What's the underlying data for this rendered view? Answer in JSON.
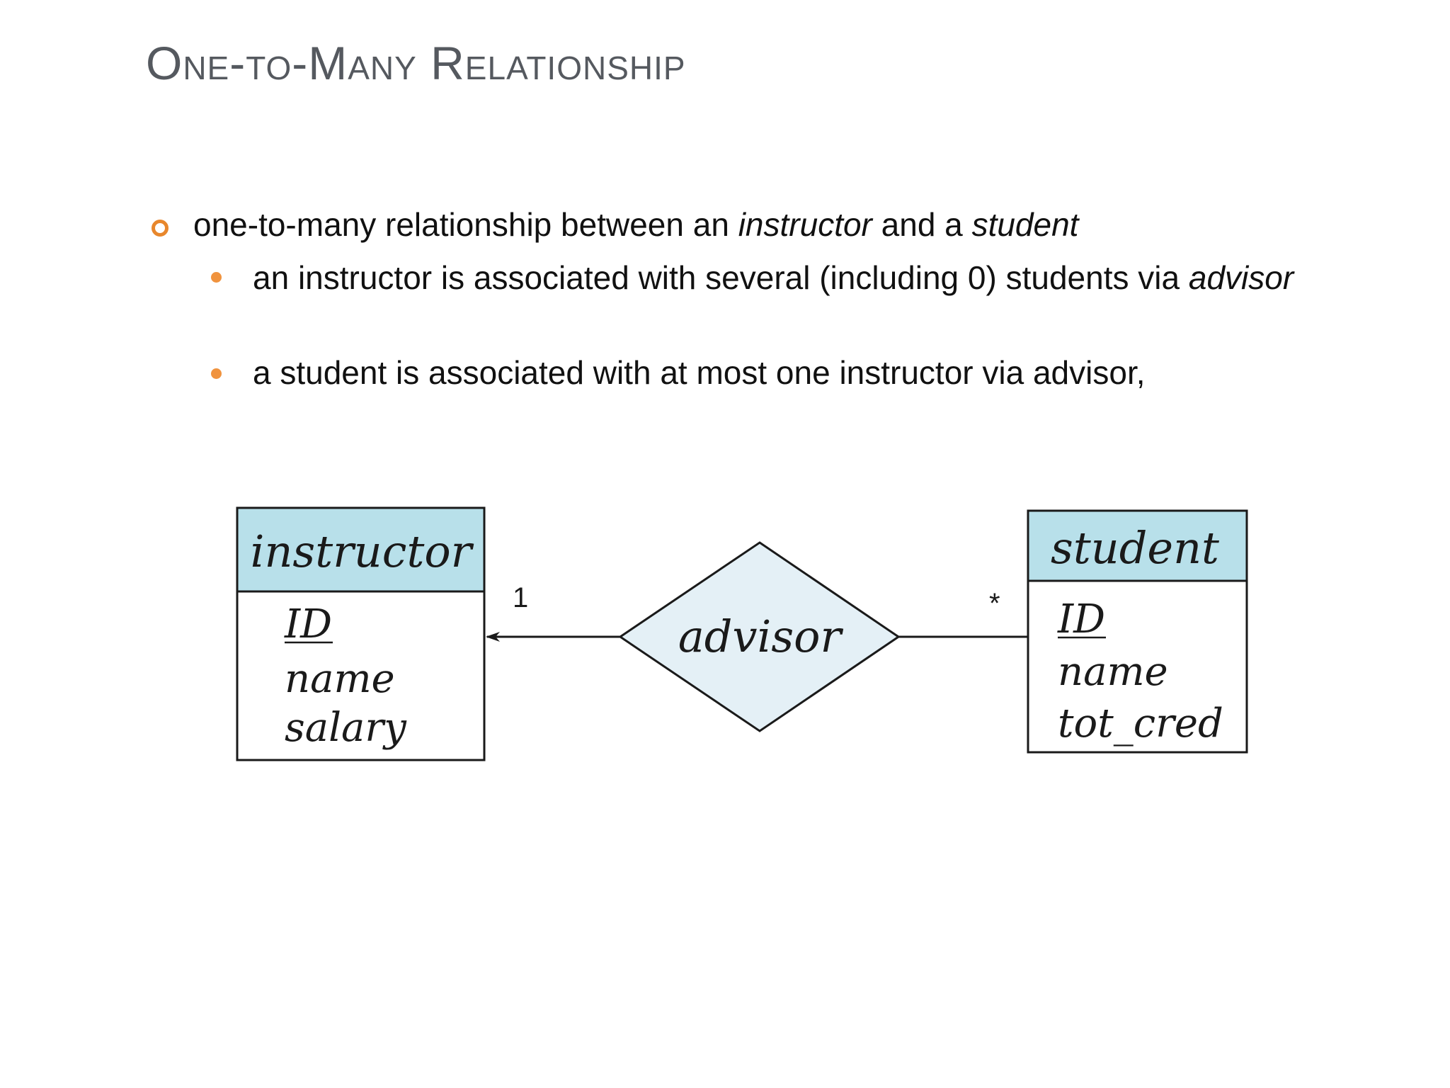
{
  "slide": {
    "title": "One-to-Many Relationship"
  },
  "bullets": {
    "level1": {
      "text_before": "one-to-many relationship between an ",
      "italic_1": "instructor",
      "text_middle": " and a ",
      "italic_2": "student"
    },
    "level2": [
      {
        "text": " an instructor is associated with several (including 0) students  via ",
        "italic": "advisor"
      },
      {
        "text": "a student is associated with at most one instructor via advisor,"
      }
    ]
  },
  "diagram": {
    "entities": [
      {
        "name": "instructor",
        "attributes": [
          {
            "label": "ID",
            "primary_key": true
          },
          {
            "label": "name"
          },
          {
            "label": "salary"
          }
        ]
      },
      {
        "name": "student",
        "attributes": [
          {
            "label": "ID",
            "primary_key": true
          },
          {
            "label": "name"
          },
          {
            "label": "tot_cred"
          }
        ]
      }
    ],
    "relationship": {
      "name": "advisor"
    },
    "cardinalities": {
      "instructor_side": "1",
      "student_side": "*"
    }
  },
  "colors": {
    "title": "#55595f",
    "bullet_accent": "#e8872c",
    "entity_header_fill": "#b8e0ea",
    "relationship_fill": "#e4f0f6",
    "line": "#1a1a1a"
  }
}
